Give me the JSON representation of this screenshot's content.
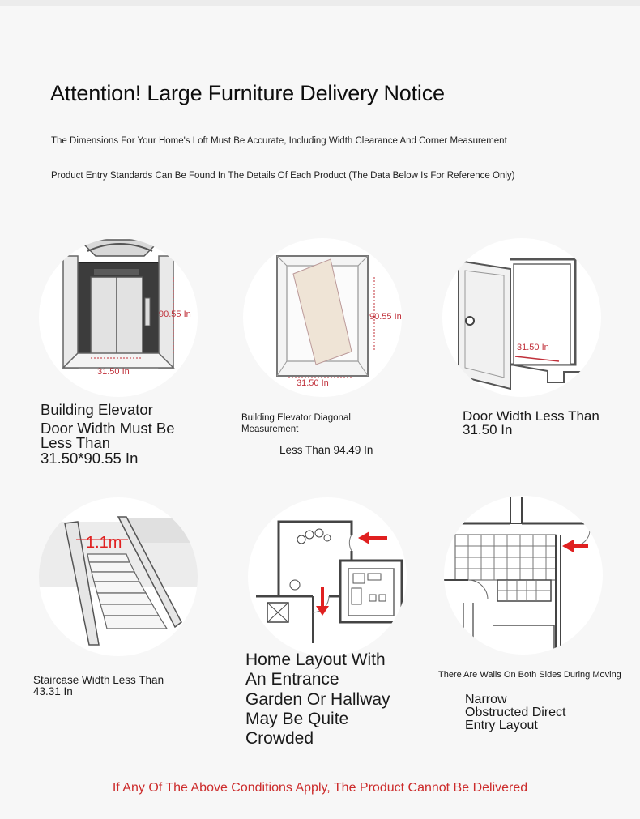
{
  "notice": {
    "title": "Attention! Large Furniture Delivery Notice",
    "subtitle_1": "The Dimensions For Your Home's Loft Must Be Accurate, Including Width Clearance And Corner Measurement",
    "subtitle_2": "Product Entry Standards Can Be Found In The Details Of Each Product (The Data Below Is For Reference Only)"
  },
  "items": {
    "elevator_door": {
      "label_width": "31.50 In",
      "label_height": "90.55 In",
      "caption_lines": [
        "Building Elevator",
        "Door Width Must Be",
        "Less Than",
        "31.50*90.55 In"
      ]
    },
    "elevator_diagonal": {
      "label_width": "31.50 In",
      "label_height": "90.55 In",
      "caption_lines": [
        "Building Elevator Diagonal",
        "Measurement"
      ],
      "caption_value": "Less Than 94.49 In"
    },
    "door": {
      "label_width": "31.50 In",
      "caption_lines": [
        "Door Width Less Than",
        "31.50 In"
      ]
    },
    "staircase": {
      "label_width": "1.1m",
      "caption_lines": [
        "Staircase Width Less Than",
        "43.31 In"
      ]
    },
    "home_layout": {
      "caption_lines": [
        "Home Layout With",
        "An Entrance",
        "Garden Or Hallway",
        "May Be Quite",
        "Crowded"
      ]
    },
    "walls": {
      "caption_top": "There Are Walls On Both Sides During Moving",
      "caption_lines": [
        "Narrow",
        "Obstructed Direct",
        "Entry Layout"
      ]
    }
  },
  "footer": {
    "warning": "If Any Of The Above Conditions Apply, The Product Cannot Be Delivered"
  },
  "colors": {
    "accent_red": "#cc2b2b",
    "dimension_red": "#c0303a",
    "arrow_red": "#e02020",
    "circle_bg": "#ffffff",
    "page_bg": "#f7f7f7"
  }
}
